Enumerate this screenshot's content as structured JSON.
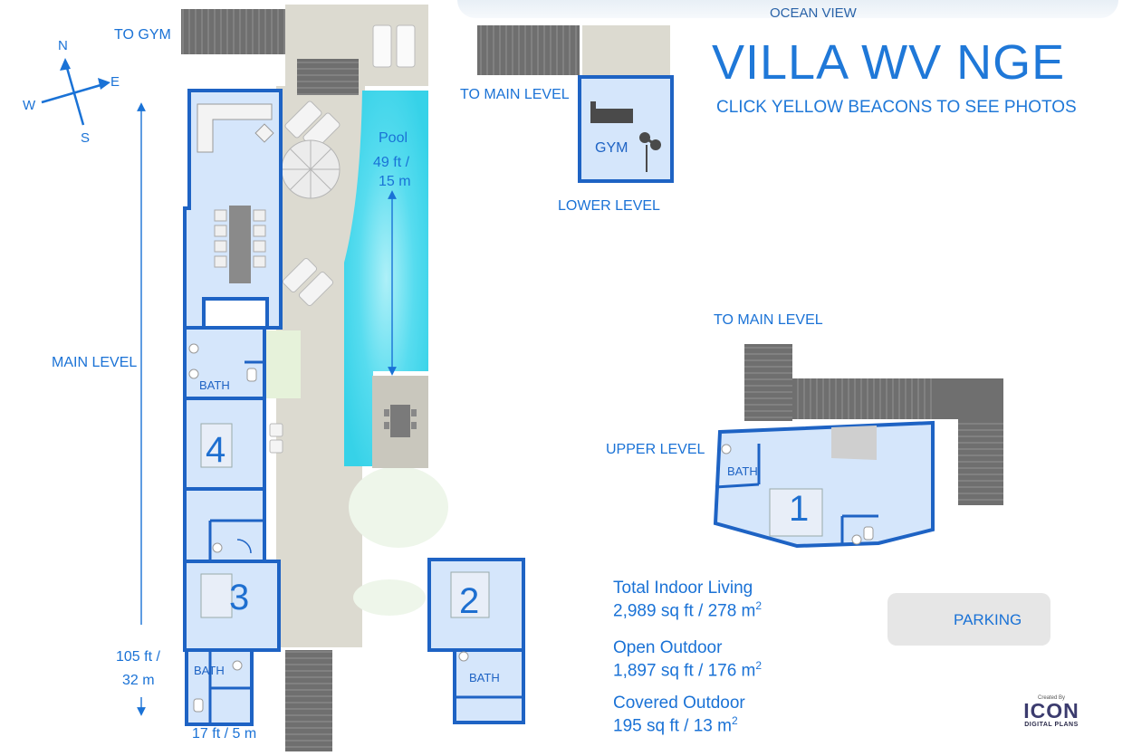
{
  "title": "VILLA WV NGE",
  "subtitle": "CLICK YELLOW BEACONS TO SEE PHOTOS",
  "ocean_view": "OCEAN VIEW",
  "compass": {
    "n": "N",
    "e": "E",
    "s": "S",
    "w": "W"
  },
  "labels": {
    "to_gym": "TO GYM",
    "to_main_level_gym": "TO MAIN LEVEL",
    "gym": "GYM",
    "lower_level": "LOWER LEVEL",
    "to_main_level_upper": "TO MAIN LEVEL",
    "upper_level": "UPPER LEVEL",
    "main_level": "MAIN LEVEL",
    "pool": "Pool",
    "pool_len_ft": "49 ft /",
    "pool_len_m": "15 m",
    "length_ft": "105 ft /",
    "length_m": "32 m",
    "width": "17 ft / 5 m",
    "bath_main_top": "BATH",
    "bath_main_bottom": "BATH",
    "bath_bed2": "BATH",
    "bath_upper": "BATH",
    "parking": "PARKING"
  },
  "bedrooms": [
    "1",
    "2",
    "3",
    "4"
  ],
  "stats": {
    "indoor_label": "Total Indoor Living",
    "indoor_value": "2,989 sq ft / 278 m",
    "open_label": "Open Outdoor",
    "open_value": "1,897 sq ft / 176 m",
    "covered_label": "Covered Outdoor",
    "covered_value": "195 sq ft / 13 m",
    "sup": "2"
  },
  "logo": {
    "top": "Created By",
    "name": "ICON",
    "bottom": "DIGITAL PLANS"
  },
  "colors": {
    "room_fill": "#d5e6fb",
    "wall": "#1e63c4",
    "deck": "#dcdad0",
    "pool": "#3fd6ea",
    "stairs": "#6e6e6e",
    "accent": "#1a72d6"
  }
}
